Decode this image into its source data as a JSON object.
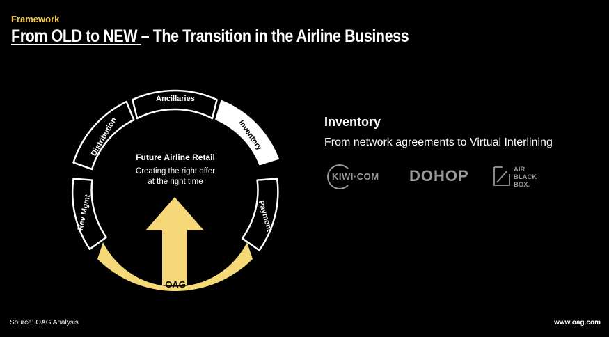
{
  "header": {
    "kicker": "Framework",
    "title_underlined": "From OLD to NEW ",
    "title_rest": "– The Transition in the Airline Business"
  },
  "diagram": {
    "center_title": "Future Airline Retail",
    "center_line1": "Creating the right offer",
    "center_line2": "at the right time",
    "segments": {
      "ancillaries": "Ancillaries",
      "distribution": "Distribution",
      "inventory": "Inventory",
      "rev_mgmt": "Rev Mgmt",
      "payment": "Payment",
      "oag": "OAG"
    },
    "colors": {
      "accent": "#f5d978",
      "highlight": "#ffffff",
      "outline": "#ffffff",
      "background": "#000000"
    }
  },
  "panel": {
    "heading": "Inventory",
    "subheading": "From network agreements to Virtual Interlining",
    "logos": {
      "kiwi": "KIWI·COM",
      "dohop": "DOHOP",
      "abb_line1": "AIR",
      "abb_line2": "BLACK",
      "abb_line3": "BOX."
    }
  },
  "footer": {
    "source": "Source: OAG Analysis",
    "url": "www.oag.com"
  }
}
